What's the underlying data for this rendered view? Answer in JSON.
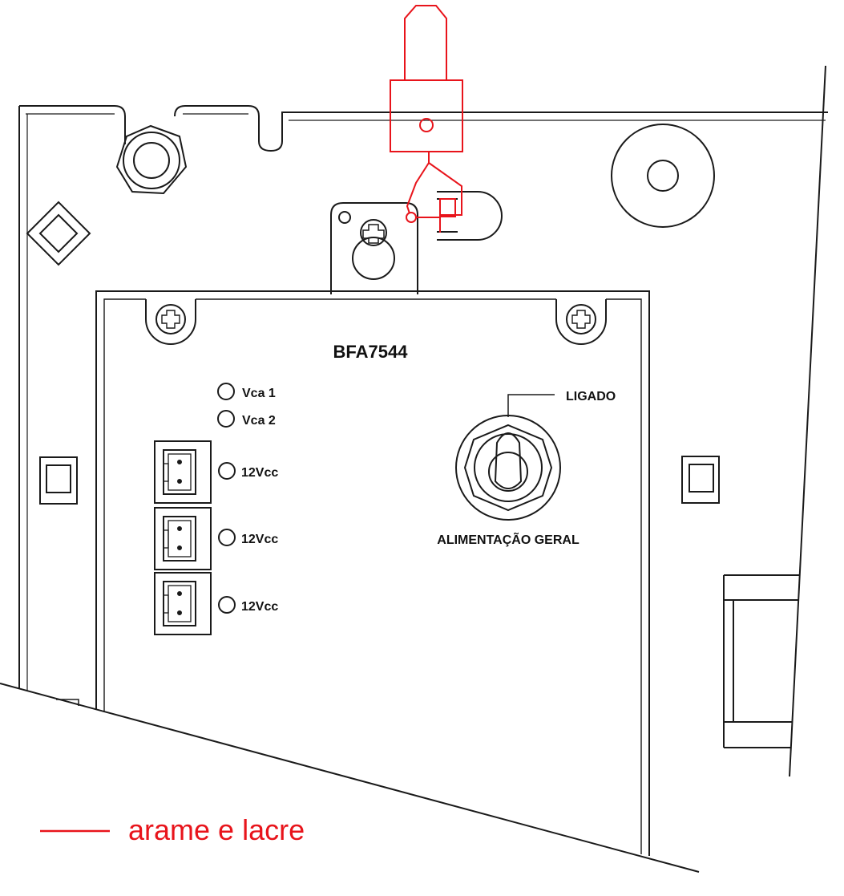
{
  "board": {
    "model": "BFA7544",
    "leds": [
      {
        "label": "Vca 1"
      },
      {
        "label": "Vca 2"
      },
      {
        "label": "12Vcc"
      },
      {
        "label": "12Vcc"
      },
      {
        "label": "12Vcc"
      }
    ],
    "switch": {
      "on_label": "LIGADO",
      "name_label": "ALIMENTAÇÃO GERAL"
    }
  },
  "legend": {
    "text": "arame e lacre",
    "color": "#e8141b"
  },
  "colors": {
    "line": "#1a1a1a",
    "seal": "#e8141b"
  }
}
